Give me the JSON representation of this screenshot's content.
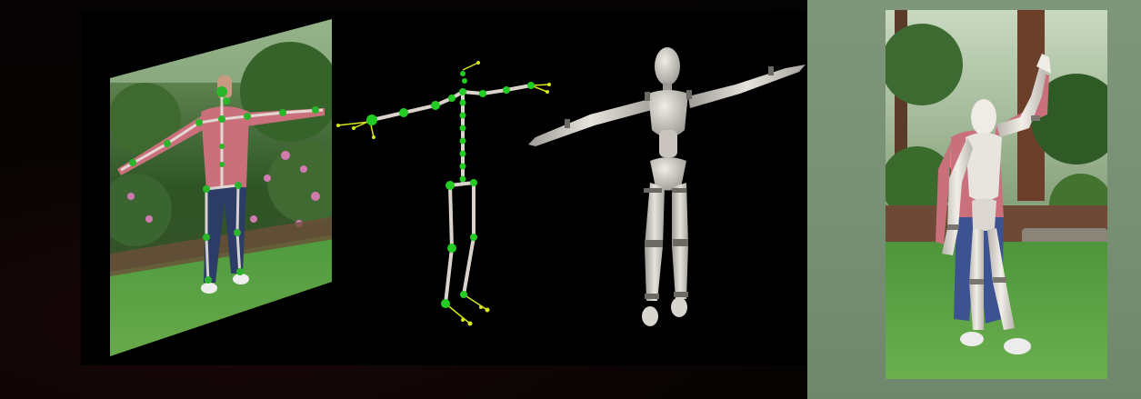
{
  "scene": {
    "panels": [
      "photo-with-2d-skeleton",
      "3d-skeleton-joints",
      "3d-mannequin",
      "ar-mannequin-overlay-photo"
    ]
  },
  "colors": {
    "background": "#050303",
    "stage": "#000000",
    "side_panel": "#7f967a",
    "joint": "#22cc22",
    "bone": "#d9d3cc",
    "end_joint": "#d7e81a",
    "mannequin": "#d8d4ce",
    "shirt": "#c9707c",
    "jeans": "#2c3c66",
    "grass": "#5aa043",
    "foliage": "#2e5a25"
  },
  "icons": [
    "none"
  ]
}
